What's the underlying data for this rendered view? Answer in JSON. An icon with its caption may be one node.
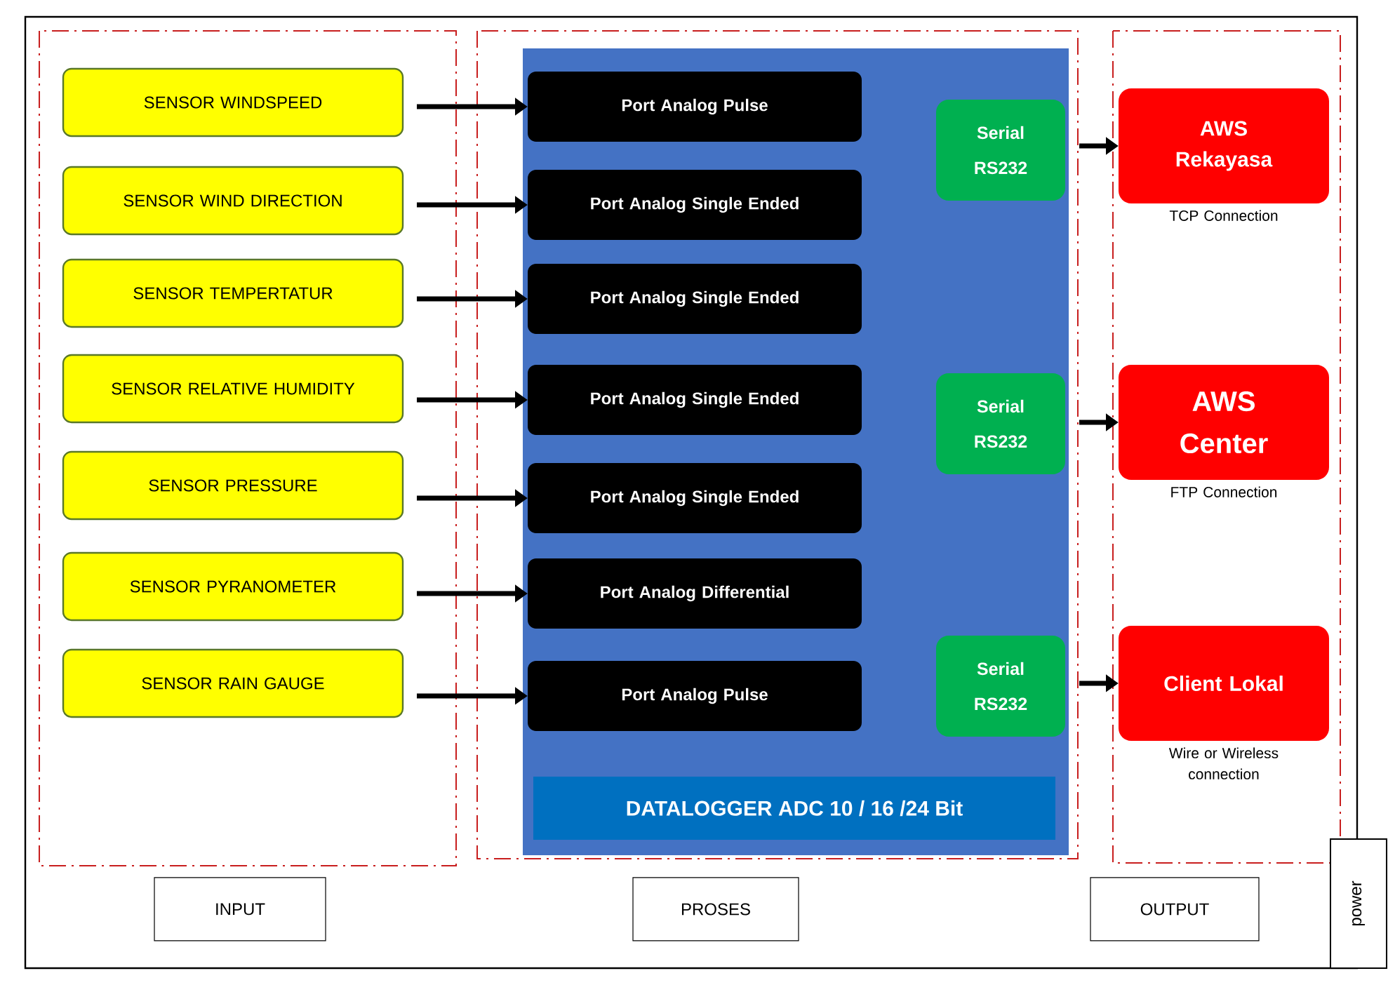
{
  "diagram": {
    "nodes": [
      {
        "text": [
          "SENSOR WINDSPEED"
        ]
      },
      {
        "text": [
          "SENSOR WIND DIRECTION"
        ]
      },
      {
        "text": [
          "SENSOR TEMPERTATUR"
        ]
      },
      {
        "text": [
          "SENSOR RELATIVE HUMIDITY"
        ]
      },
      {
        "text": [
          "SENSOR PRESSURE"
        ]
      },
      {
        "text": [
          "SENSOR PYRANOMETER"
        ]
      },
      {
        "text": [
          "SENSOR RAIN GAUGE"
        ]
      },
      {
        "text": [
          "DATALOGGER  ADC 10 / 16 /24 Bit"
        ]
      },
      {
        "text": [
          "Port Analog  Pulse"
        ],
        "in": 7
      },
      {
        "text": [
          "Port Analog Single Ended"
        ],
        "in": 7
      },
      {
        "text": [
          "Port Analog Single Ended"
        ],
        "in": 7
      },
      {
        "text": [
          "Port Analog Single Ended"
        ],
        "in": 7
      },
      {
        "text": [
          "Port Analog Single Ended"
        ],
        "in": 7
      },
      {
        "text": [
          "Port Analog Differential"
        ],
        "in": 7
      },
      {
        "text": [
          "Port Analog Pulse"
        ],
        "in": 7
      },
      {
        "text": [
          "Serial RS232"
        ],
        "in": 7
      },
      {
        "text": [
          "Serial RS232"
        ],
        "in": 7
      },
      {
        "text": [
          "Serial RS232"
        ],
        "in": 7
      },
      {
        "text": [
          "AWS Rekayasa"
        ],
        "beside": [
          "TCP Connection"
        ]
      },
      {
        "text": [
          "AWS Center"
        ],
        "beside": [
          "FTP Connection"
        ]
      },
      {
        "text": [
          "Client Lokal"
        ],
        "beside": [
          "Wire or Wireless connection"
        ]
      },
      {
        "text": [
          "INPUT"
        ]
      },
      {
        "text": [
          "PROSES"
        ]
      },
      {
        "text": [
          "OUTPUT"
        ]
      },
      {
        "text": [
          "power"
        ]
      }
    ],
    "edges": [
      {
        "from": 0,
        "to": 8,
        "arrow": "to"
      },
      {
        "from": 1,
        "to": 9,
        "arrow": "to"
      },
      {
        "from": 2,
        "to": 10,
        "arrow": "to"
      },
      {
        "from": 3,
        "to": 11,
        "arrow": "to"
      },
      {
        "from": 4,
        "to": 12,
        "arrow": "to"
      },
      {
        "from": 5,
        "to": 13,
        "arrow": "to"
      },
      {
        "from": 6,
        "to": 14,
        "arrow": "to"
      },
      {
        "from": 15,
        "to": 18,
        "arrow": "to"
      },
      {
        "from": 16,
        "to": 19,
        "arrow": "to"
      },
      {
        "from": 17,
        "to": 20,
        "arrow": "to"
      }
    ]
  }
}
